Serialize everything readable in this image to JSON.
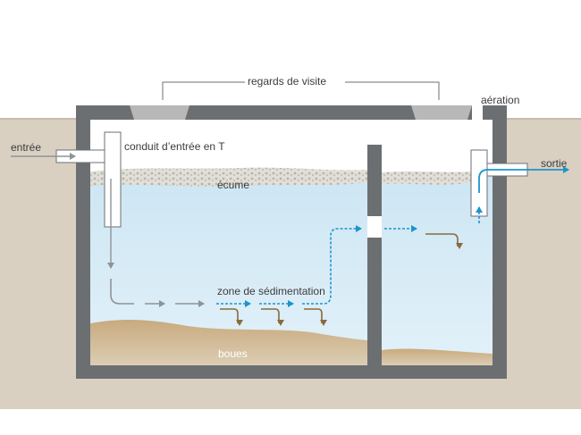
{
  "diagram": {
    "labels": {
      "manholes": "regards de visite",
      "vent": "aération",
      "inlet": "entrée",
      "inlet_tee": "conduit d’entrée en T",
      "scum": "écume",
      "settling_zone": "zone de sédimentation",
      "sludge": "boues",
      "outlet": "sortie"
    },
    "colors": {
      "ground": "#d9d0c2",
      "tank_wall": "#6c6f71",
      "water": "#d7ebf6",
      "sludge": "#c7a77a",
      "scum": "#d6d3cc",
      "manhole_cover": "#b8b8b8",
      "flow_gray": "#8f9396",
      "flow_blue": "#1c95cd",
      "flow_brown": "#8a6a3c"
    }
  }
}
